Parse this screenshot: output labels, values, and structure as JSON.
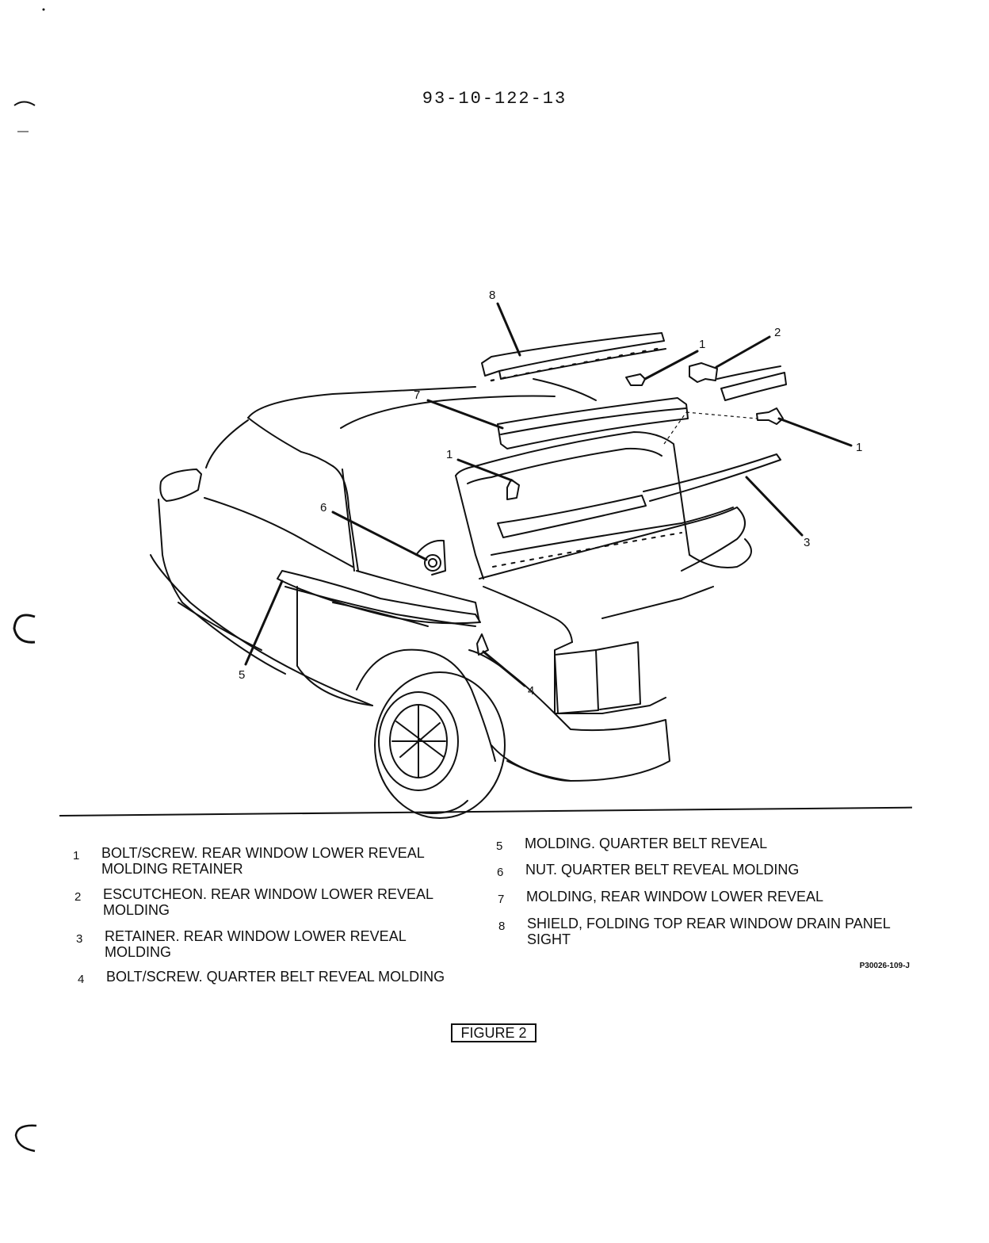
{
  "document": {
    "number": "93-10-122-13"
  },
  "illustration": {
    "callouts": [
      {
        "id": "c8",
        "label": "8"
      },
      {
        "id": "c7",
        "label": "7"
      },
      {
        "id": "c1a",
        "label": "1"
      },
      {
        "id": "c2",
        "label": "2"
      },
      {
        "id": "c1b",
        "label": "1"
      },
      {
        "id": "c1c",
        "label": "1"
      },
      {
        "id": "c6",
        "label": "6"
      },
      {
        "id": "c3",
        "label": "3"
      },
      {
        "id": "c5",
        "label": "5"
      },
      {
        "id": "c4",
        "label": "4"
      }
    ]
  },
  "legend": [
    {
      "num": "1",
      "text": "BOLT/SCREW. REAR WINDOW LOWER REVEAL\nMOLDING RETAINER"
    },
    {
      "num": "2",
      "text": "ESCUTCHEON. REAR WINDOW LOWER REVEAL\nMOLDING"
    },
    {
      "num": "3",
      "text": "RETAINER. REAR WINDOW LOWER REVEAL\nMOLDING"
    },
    {
      "num": "4",
      "text": "BOLT/SCREW. QUARTER BELT REVEAL MOLDING"
    },
    {
      "num": "5",
      "text": "MOLDING. QUARTER BELT REVEAL"
    },
    {
      "num": "6",
      "text": "NUT. QUARTER BELT REVEAL MOLDING"
    },
    {
      "num": "7",
      "text": "MOLDING, REAR WINDOW LOWER REVEAL"
    },
    {
      "num": "8",
      "text": "SHIELD, FOLDING TOP REAR WINDOW DRAIN PANEL\nSIGHT"
    }
  ],
  "figure_ref": "P30026-109-J",
  "figure_label": "FIGURE 2"
}
